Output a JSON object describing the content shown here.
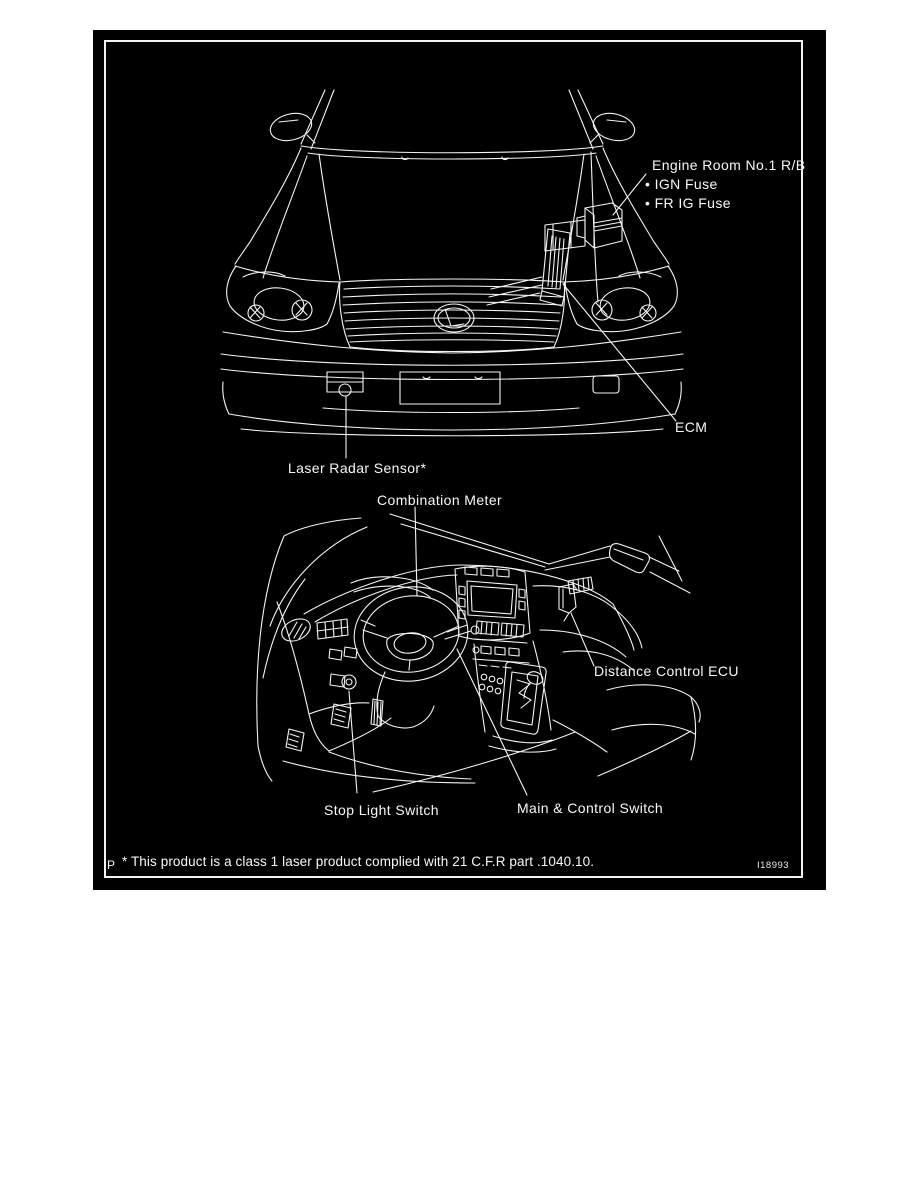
{
  "panel": {
    "page_marker": "P",
    "figure_code": "I18993",
    "footnote": "* This product is a class 1 laser product complied with 21 C.F.R part .1040.10."
  },
  "labels": {
    "engine_room": {
      "title": "Engine Room No.1 R/B",
      "items": [
        "• IGN Fuse",
        "• FR IG Fuse"
      ]
    },
    "ecm": "ECM",
    "laser_radar": "Laser Radar Sensor*",
    "combination_meter": "Combination Meter",
    "distance_control_ecu": "Distance Control ECU",
    "stop_light_switch": "Stop Light Switch",
    "main_control_switch": "Main & Control Switch"
  },
  "colors": {
    "page_background": "#ffffff",
    "panel_background": "#000000",
    "line_and_text": "#f4f4f4"
  }
}
